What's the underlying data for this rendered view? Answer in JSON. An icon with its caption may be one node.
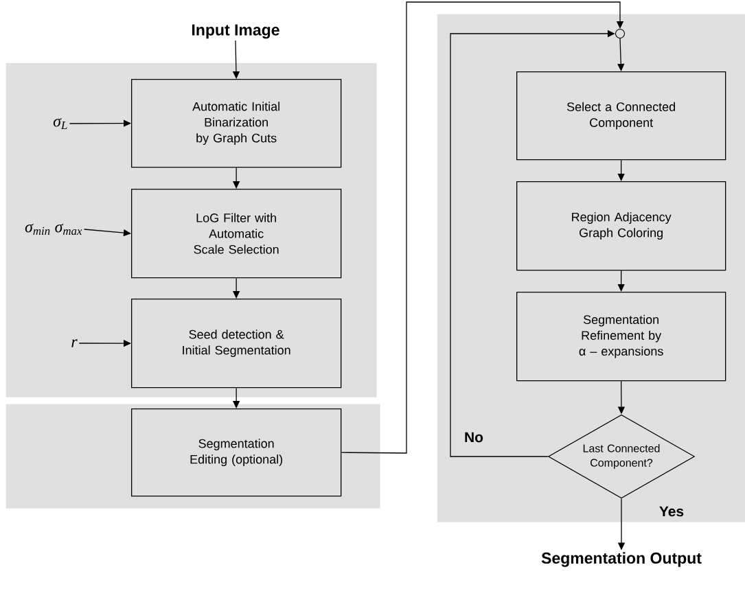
{
  "diagram": {
    "nodes": [
      {
        "text": [],
        "shape": "box"
      },
      {
        "text": [],
        "shape": "box"
      },
      {
        "text": [],
        "shape": "box"
      },
      {
        "text": [
          "Input Image"
        ]
      },
      {
        "text": [
          "Automatic Initial Binarization by Graph Cuts"
        ],
        "in": 0
      },
      {
        "text": [
          "LoG Filter with Automatic Scale Selection"
        ],
        "in": 0
      },
      {
        "text": [
          "Seed detection & Initial Segmentation"
        ],
        "in": 0
      },
      {
        "text": [
          "Segmentation Editing (optional)"
        ],
        "in": 1
      },
      {
        "text": [
          "σ$_{L}$"
        ],
        "in": 0
      },
      {
        "text": [
          "σ$_{min}$ σ$_{max}$"
        ],
        "in": 0
      },
      {
        "text": [
          "r"
        ],
        "in": 0
      },
      {
        "text": [],
        "shape": "circle",
        "in": 2
      },
      {
        "text": [
          "Select a Connected Component"
        ],
        "in": 2
      },
      {
        "text": [
          "Region Adjacency Graph Coloring"
        ],
        "in": 2
      },
      {
        "text": [
          "Segmentation Refinement by α – expansions"
        ],
        "in": 2
      },
      {
        "text": [
          "Last Connected Component?"
        ],
        "in": 2
      },
      {
        "text": [
          "Segmentation Output"
        ]
      }
    ],
    "edges": [
      {
        "from": 3,
        "to": 4,
        "arrow": "to"
      },
      {
        "from": 8,
        "to": 4,
        "arrow": "to"
      },
      {
        "from": 4,
        "to": 5,
        "arrow": "to"
      },
      {
        "from": 9,
        "to": 5,
        "arrow": "to"
      },
      {
        "from": 5,
        "to": 6,
        "arrow": "to"
      },
      {
        "from": 10,
        "to": 6,
        "arrow": "to"
      },
      {
        "from": 6,
        "to": 7,
        "arrow": "to"
      },
      {
        "from": 7,
        "to": 11,
        "arrow": "to"
      },
      {
        "from": 11,
        "to": 12,
        "arrow": "to"
      },
      {
        "from": 12,
        "to": 13,
        "arrow": "to"
      },
      {
        "from": 13,
        "to": 14,
        "arrow": "to"
      },
      {
        "from": 14,
        "to": 15,
        "arrow": "to"
      },
      {
        "from": 15,
        "to": 11,
        "arrow": "to",
        "label": "No"
      },
      {
        "from": 15,
        "to": 16,
        "arrow": "to",
        "label": "Yes"
      }
    ]
  }
}
